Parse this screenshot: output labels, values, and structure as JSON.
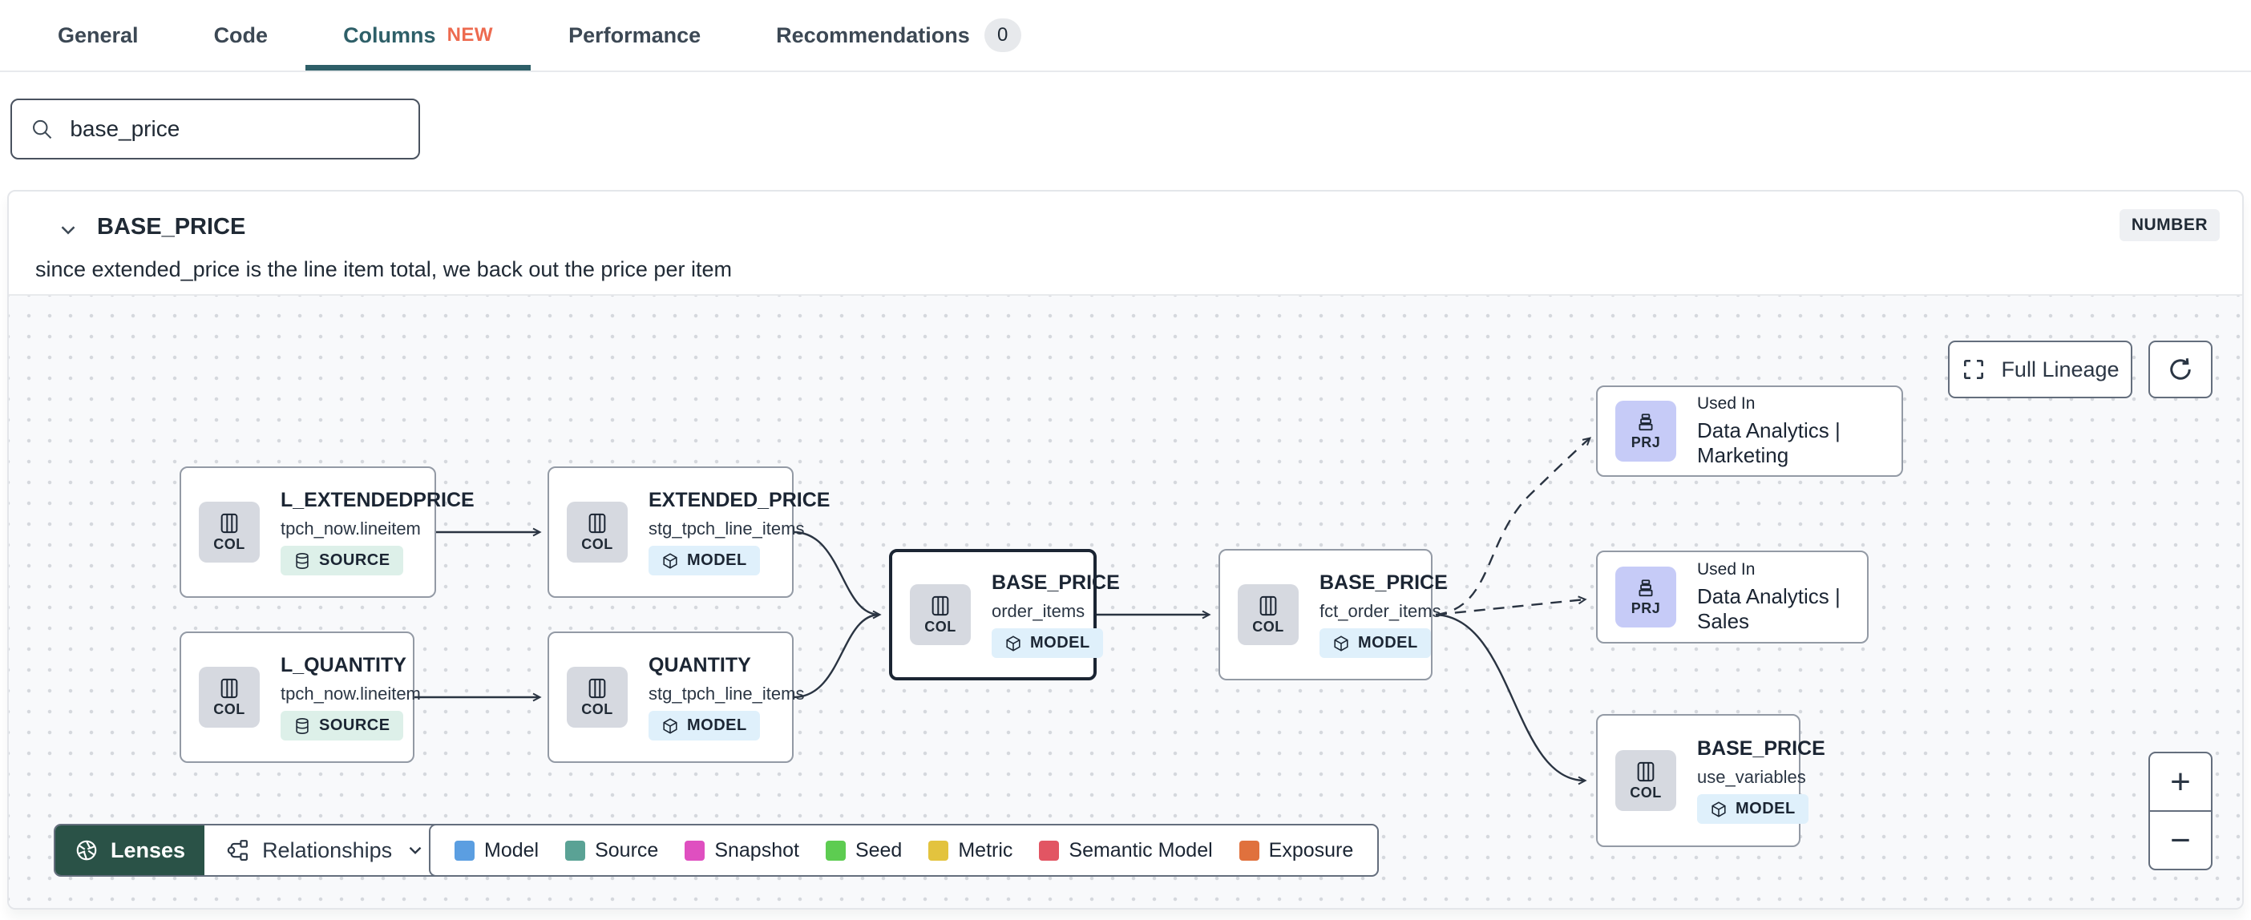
{
  "tabs": {
    "general": "General",
    "code": "Code",
    "columns": "Columns",
    "columns_badge": "NEW",
    "performance": "Performance",
    "recommendations": "Recommendations",
    "recommendations_count": "0"
  },
  "search": {
    "value": "base_price"
  },
  "column": {
    "name": "BASE_PRICE",
    "type": "NUMBER",
    "description": "since extended_price is the line item total, we back out the price per item"
  },
  "lineage": {
    "full_lineage_label": "Full Lineage",
    "nodes": {
      "l_extendedprice": {
        "icon": "COL",
        "title": "L_EXTENDEDPRICE",
        "subtitle": "tpch_now.lineitem",
        "badge": "SOURCE"
      },
      "l_quantity": {
        "icon": "COL",
        "title": "L_QUANTITY",
        "subtitle": "tpch_now.lineitem",
        "badge": "SOURCE"
      },
      "extended_price": {
        "icon": "COL",
        "title": "EXTENDED_PRICE",
        "subtitle": "stg_tpch_line_items",
        "badge": "MODEL"
      },
      "quantity": {
        "icon": "COL",
        "title": "QUANTITY",
        "subtitle": "stg_tpch_line_items",
        "badge": "MODEL"
      },
      "base_price_order_items": {
        "icon": "COL",
        "title": "BASE_PRICE",
        "subtitle": "order_items",
        "badge": "MODEL"
      },
      "base_price_fct_order_items": {
        "icon": "COL",
        "title": "BASE_PRICE",
        "subtitle": "fct_order_items",
        "badge": "MODEL"
      },
      "used_in_marketing": {
        "icon": "PRJ",
        "label": "Used In",
        "title": "Data Analytics | Marketing"
      },
      "used_in_sales": {
        "icon": "PRJ",
        "label": "Used In",
        "title": "Data Analytics | Sales"
      },
      "base_price_use_variables": {
        "icon": "COL",
        "title": "BASE_PRICE",
        "subtitle": "use_variables",
        "badge": "MODEL"
      }
    },
    "controls": {
      "lenses": "Lenses",
      "relationships": "Relationships",
      "zoom_in": "+",
      "zoom_out": "−"
    },
    "legend": [
      {
        "label": "Model",
        "color": "#5b9ee1"
      },
      {
        "label": "Source",
        "color": "#5aa295"
      },
      {
        "label": "Snapshot",
        "color": "#df4fc0"
      },
      {
        "label": "Seed",
        "color": "#5dcc51"
      },
      {
        "label": "Metric",
        "color": "#e3c33e"
      },
      {
        "label": "Semantic Model",
        "color": "#e25563"
      },
      {
        "label": "Exposure",
        "color": "#e0713d"
      }
    ]
  }
}
